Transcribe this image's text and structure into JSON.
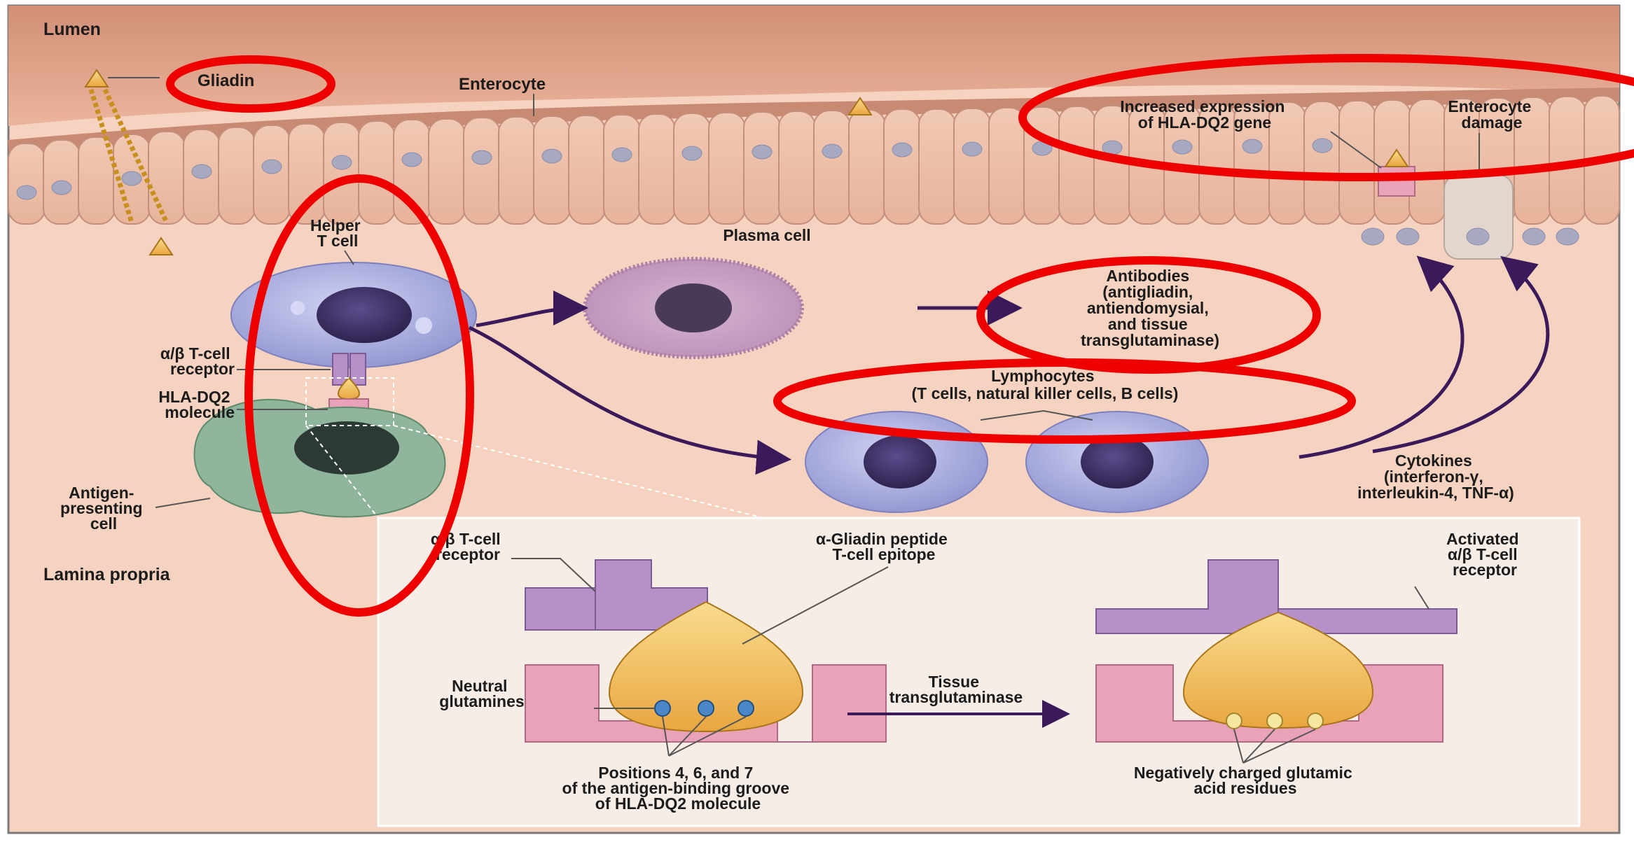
{
  "regions": {
    "lumen": "Lumen",
    "lamina_propria": "Lamina propria"
  },
  "labels": {
    "gliadin": "Gliadin",
    "enterocyte": "Enterocyte",
    "helper_t_cell": [
      "Helper",
      "T cell"
    ],
    "plasma_cell": "Plasma cell",
    "tcr": [
      "α/β T-cell",
      "receptor"
    ],
    "hla_dq2": [
      "HLA-DQ2",
      "molecule"
    ],
    "apc": [
      "Antigen-",
      "presenting",
      "cell"
    ],
    "antibodies": [
      "Antibodies",
      "(antigliadin,",
      "antiendomysial,",
      "and tissue",
      "transglutaminase)"
    ],
    "lymphocytes": [
      "Lymphocytes",
      "(T cells, natural killer cells, B cells)"
    ],
    "cytokines": [
      "Cytokines",
      "(interferon-γ,",
      "interleukin-4, TNF-α)"
    ],
    "hla_expression": [
      "Increased expression",
      "of HLA-DQ2 gene"
    ],
    "enterocyte_damage": [
      "Enterocyte",
      "damage"
    ]
  },
  "inset": {
    "tcr": [
      "α/β T-cell",
      "receptor"
    ],
    "peptide": [
      "α-Gliadin peptide",
      "T-cell epitope"
    ],
    "activated_tcr": [
      "Activated",
      "α/β T-cell",
      "receptor"
    ],
    "neutral_glutamines": [
      "Neutral",
      "glutamines"
    ],
    "tissue_transglutaminase": [
      "Tissue",
      "transglutaminase"
    ],
    "positions": [
      "Positions 4, 6, and 7",
      "of the antigen-binding groove",
      "of HLA-DQ2 molecule"
    ],
    "glutamic": [
      "Negatively charged glutamic",
      "acid residues"
    ]
  },
  "colors": {
    "lumen_top": "#d79a80",
    "lumen_bottom": "#edb9a0",
    "tissue": "#f4d0bc",
    "annotation_red": "#ee0000",
    "arrow": "#3a1a5a",
    "tcr_purple": "#b790c9",
    "hla_pink": "#e9a2b8",
    "gliadin": "#f2b84f",
    "lymphocyte": "#aeb2e0",
    "apc_green": "#7fa88c"
  }
}
